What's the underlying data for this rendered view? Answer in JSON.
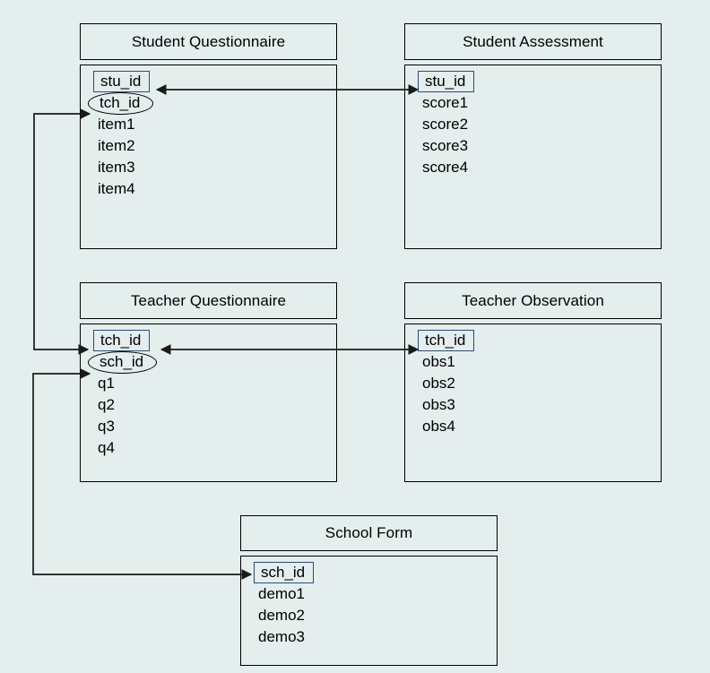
{
  "diagram": {
    "title_text": "",
    "background_color": "#e4eeec",
    "pk_border_color": "#2d4a7a",
    "line_color": "#1a1a1a"
  },
  "entities": [
    {
      "id": "student-questionnaire",
      "title": "Student Questionnaire",
      "attributes": [
        {
          "name": "stu_id",
          "key": "pk"
        },
        {
          "name": "tch_id",
          "key": "fk"
        },
        {
          "name": "item1",
          "key": "none"
        },
        {
          "name": "item2",
          "key": "none"
        },
        {
          "name": "item3",
          "key": "none"
        },
        {
          "name": "item4",
          "key": "none"
        }
      ]
    },
    {
      "id": "student-assessment",
      "title": "Student Assessment",
      "attributes": [
        {
          "name": "stu_id",
          "key": "pk"
        },
        {
          "name": "score1",
          "key": "none"
        },
        {
          "name": "score2",
          "key": "none"
        },
        {
          "name": "score3",
          "key": "none"
        },
        {
          "name": "score4",
          "key": "none"
        }
      ]
    },
    {
      "id": "teacher-questionnaire",
      "title": "Teacher Questionnaire",
      "attributes": [
        {
          "name": "tch_id",
          "key": "pk"
        },
        {
          "name": "sch_id",
          "key": "fk"
        },
        {
          "name": "q1",
          "key": "none"
        },
        {
          "name": "q2",
          "key": "none"
        },
        {
          "name": "q3",
          "key": "none"
        },
        {
          "name": "q4",
          "key": "none"
        }
      ]
    },
    {
      "id": "teacher-observation",
      "title": "Teacher Observation",
      "attributes": [
        {
          "name": "tch_id",
          "key": "pk"
        },
        {
          "name": "obs1",
          "key": "none"
        },
        {
          "name": "obs2",
          "key": "none"
        },
        {
          "name": "obs3",
          "key": "none"
        },
        {
          "name": "obs4",
          "key": "none"
        }
      ]
    },
    {
      "id": "school-form",
      "title": "School Form",
      "attributes": [
        {
          "name": "sch_id",
          "key": "pk"
        },
        {
          "name": "demo1",
          "key": "none"
        },
        {
          "name": "demo2",
          "key": "none"
        },
        {
          "name": "demo3",
          "key": "none"
        }
      ]
    }
  ],
  "relationships": [
    {
      "id": "stu-id-link",
      "from": "student-questionnaire.stu_id",
      "to": "student-assessment.stu_id",
      "style": "double-arrow"
    },
    {
      "id": "tch-id-link",
      "from": "teacher-questionnaire.tch_id",
      "to": "teacher-observation.tch_id",
      "style": "double-arrow"
    },
    {
      "id": "sq-tch-id-to-tq",
      "from": "student-questionnaire.tch_id",
      "to": "teacher-questionnaire.tch_id",
      "style": "routed-arrow"
    },
    {
      "id": "tq-sch-id-to-sf",
      "from": "teacher-questionnaire.sch_id",
      "to": "school-form.sch_id",
      "style": "routed-arrow"
    }
  ]
}
